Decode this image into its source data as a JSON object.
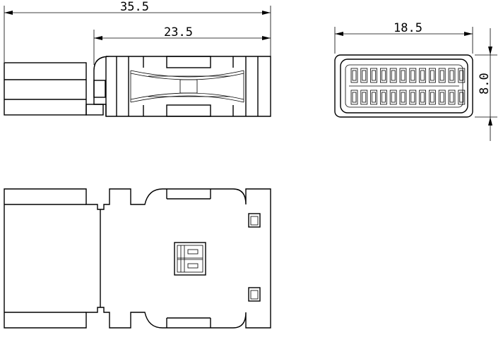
{
  "drawing": {
    "dimensions": {
      "overall_length": "35.5",
      "body_length": "23.5",
      "width": "18.5",
      "height": "8.0"
    }
  }
}
